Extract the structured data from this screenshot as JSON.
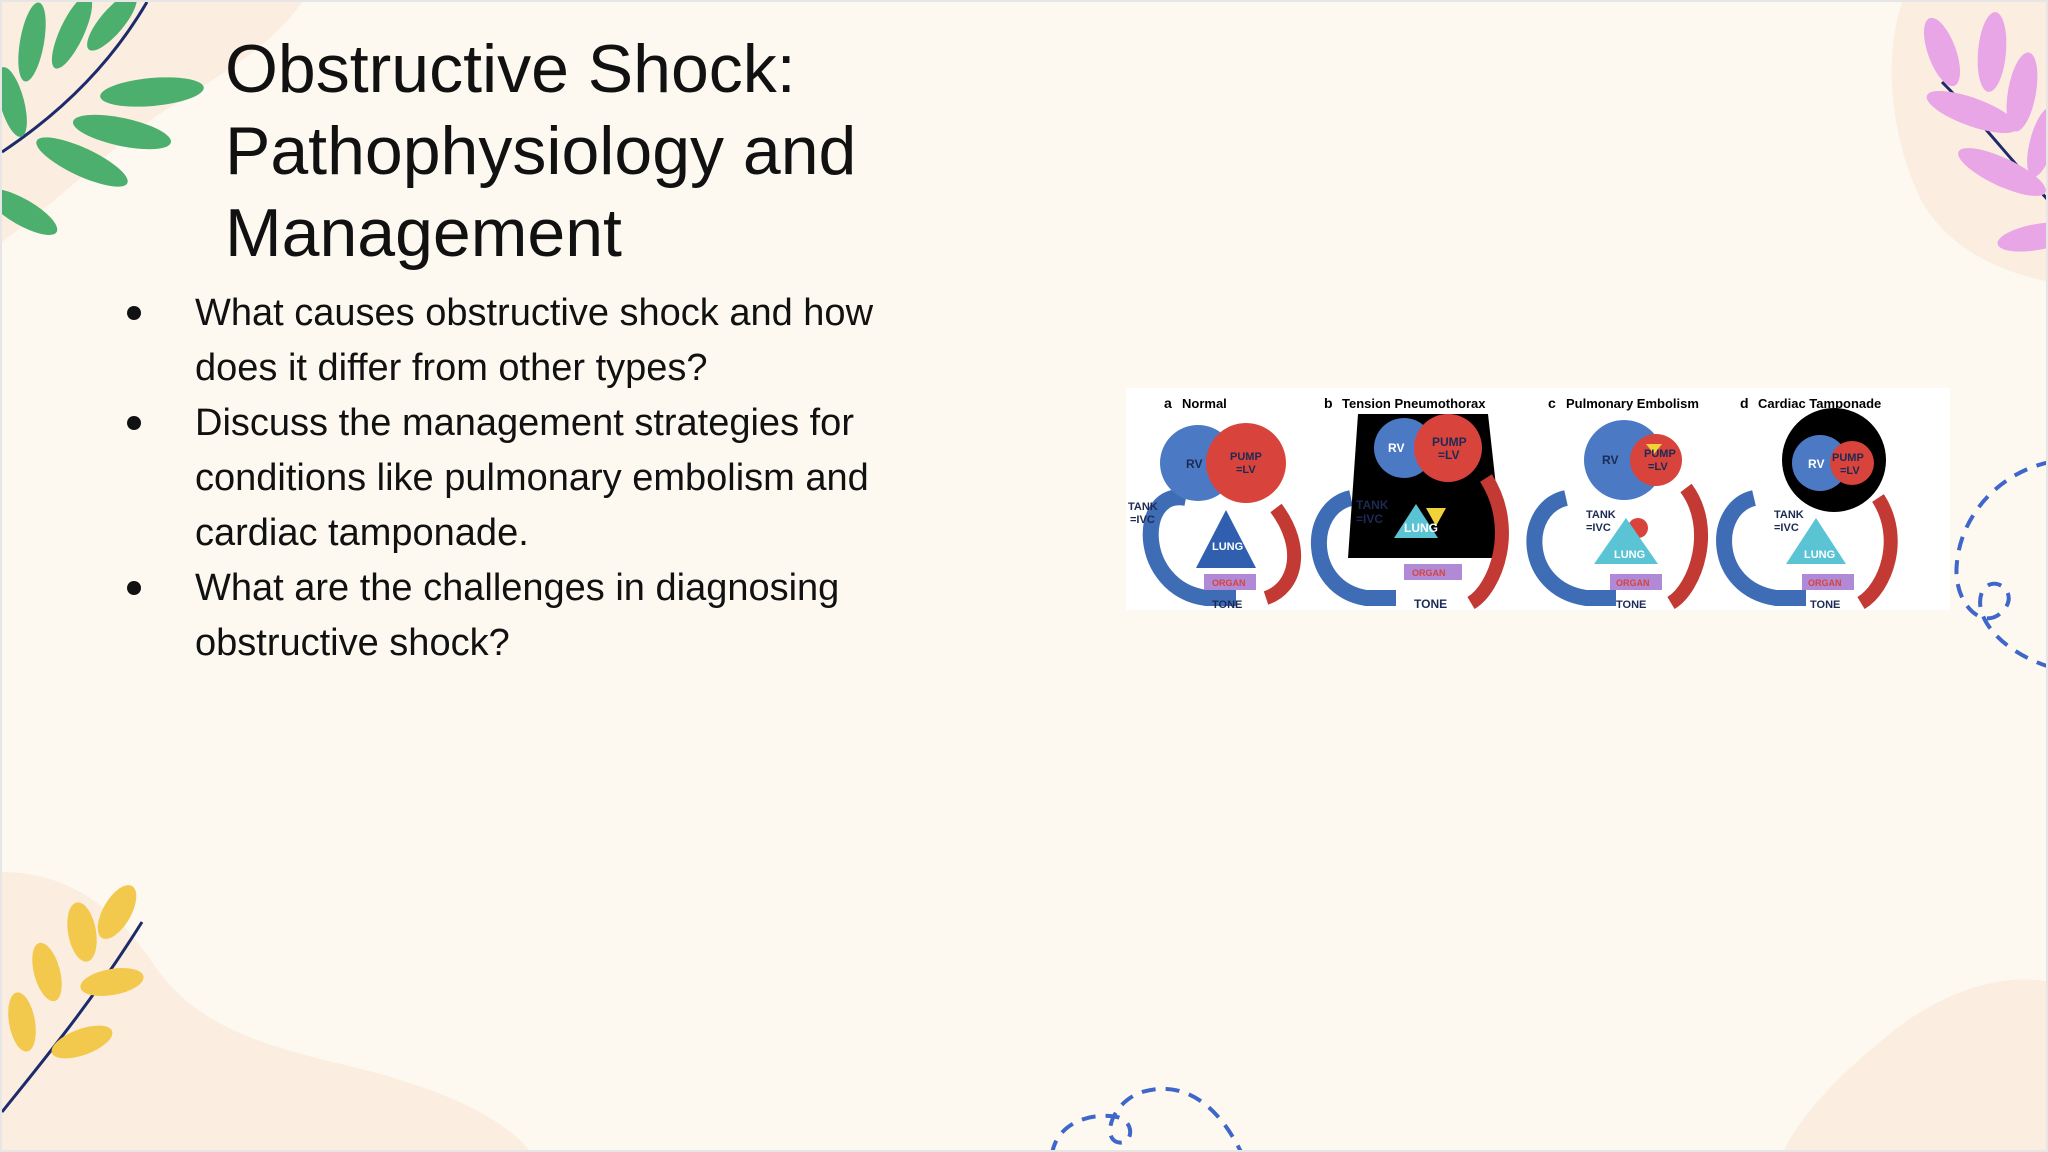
{
  "slide": {
    "title": "Obstructive Shock: Pathophysiology and Management",
    "bullets": [
      "What causes obstructive shock and how does it differ from other types?",
      "Discuss the management strategies for conditions like pulmonary embolism and cardiac tamponade.",
      "What are the challenges in diagnosing obstructive shock?"
    ]
  },
  "figure": {
    "panels": [
      {
        "letter": "a",
        "title": "Normal"
      },
      {
        "letter": "b",
        "title": "Tension Pneumothorax"
      },
      {
        "letter": "c",
        "title": "Pulmonary Embolism"
      },
      {
        "letter": "d",
        "title": "Cardiac Tamponade"
      }
    ],
    "labels": {
      "rv": "RV",
      "pump": "PUMP",
      "lv": "=LV",
      "tank": "TANK",
      "ivc": "=IVC",
      "lung": "LUNG",
      "organ": "ORGAN",
      "tone": "TONE"
    }
  },
  "colors": {
    "background": "#fdf9f1",
    "leaf_green": "#4caf6e",
    "leaf_pink": "#e8a6e6",
    "leaf_yellow": "#f2c94c",
    "blob_peach": "#fbeee1",
    "dashed_blue": "#3f66c9",
    "pump_red": "#d8433b",
    "rv_blue": "#4c79c4",
    "lung_teal": "#5bc4d4"
  }
}
